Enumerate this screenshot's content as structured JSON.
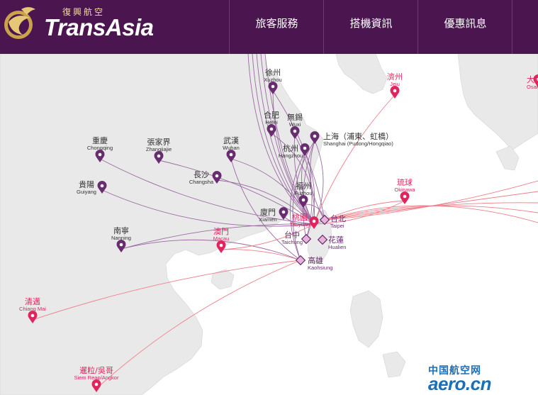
{
  "header": {
    "logo_cn": "復興航空",
    "logo_en": "TransAsia",
    "nav": [
      {
        "label": "旅客服務"
      },
      {
        "label": "搭機資訊"
      },
      {
        "label": "優惠訊息"
      }
    ]
  },
  "map": {
    "colors": {
      "land": "#e9e9e9",
      "sea": "#ffffff",
      "purple": "#6a2c70",
      "pink": "#e0245e",
      "route_purple": "#9a6aa0",
      "route_pink": "#ee7f8a"
    },
    "cities": [
      {
        "id": "xuzhou",
        "zh": "徐州",
        "en": "Xuzhou",
        "kind": "purple"
      },
      {
        "id": "hefei",
        "zh": "合肥",
        "en": "Hefei",
        "kind": "purple"
      },
      {
        "id": "wuxi",
        "zh": "無錫",
        "en": "Wuxi",
        "kind": "purple"
      },
      {
        "id": "shanghai",
        "zh": "上海（浦東、虹橋）",
        "en": "Shanghai (Pudong/Hongqiao)",
        "kind": "purple"
      },
      {
        "id": "chongqing",
        "zh": "重慶",
        "en": "Chongqing",
        "kind": "purple"
      },
      {
        "id": "zhangjiajie",
        "zh": "張家界",
        "en": "Zhangjiajie",
        "kind": "purple"
      },
      {
        "id": "wuhan",
        "zh": "武漢",
        "en": "Wuhan",
        "kind": "purple"
      },
      {
        "id": "hangzhou",
        "zh": "杭州",
        "en": "Hangzhou",
        "kind": "purple"
      },
      {
        "id": "changsha",
        "zh": "長沙",
        "en": "Changsha",
        "kind": "purple"
      },
      {
        "id": "guiyang",
        "zh": "貴陽",
        "en": "Guiyang",
        "kind": "purple"
      },
      {
        "id": "fuzhou",
        "zh": "福州",
        "en": "Fuzhou",
        "kind": "purple"
      },
      {
        "id": "xiamen",
        "zh": "廈門",
        "en": "Xiamen",
        "kind": "purple"
      },
      {
        "id": "nanning",
        "zh": "南寧",
        "en": "Nanning",
        "kind": "purple"
      },
      {
        "id": "jeju",
        "zh": "濟州",
        "en": "Jeju",
        "kind": "pink"
      },
      {
        "id": "okinawa",
        "zh": "琉球",
        "en": "Okinawa",
        "kind": "pink"
      },
      {
        "id": "macau",
        "zh": "澳門",
        "en": "Macau",
        "kind": "pink"
      },
      {
        "id": "chiangmai",
        "zh": "清邁",
        "en": "Chiang Mai",
        "kind": "pink"
      },
      {
        "id": "siemreap",
        "zh": "暹粒/吳哥",
        "en": "Siem Reap/Angkor",
        "kind": "pink"
      },
      {
        "id": "osaka",
        "zh": "大阪",
        "en": "Osaka",
        "kind": "pink"
      }
    ],
    "hubs": [
      {
        "id": "taoyuan",
        "zh": "桃園",
        "en": "Taoyuan"
      },
      {
        "id": "taipei",
        "zh": "台北",
        "en": "Taipei"
      },
      {
        "id": "taichung",
        "zh": "台中",
        "en": "Taichung"
      },
      {
        "id": "hualien",
        "zh": "花蓮",
        "en": "Hualien"
      },
      {
        "id": "kaohsiung",
        "zh": "高雄",
        "en": "Kaohsiung"
      }
    ]
  },
  "watermark": {
    "cn": "中国航空网",
    "en": "aero.cn"
  }
}
